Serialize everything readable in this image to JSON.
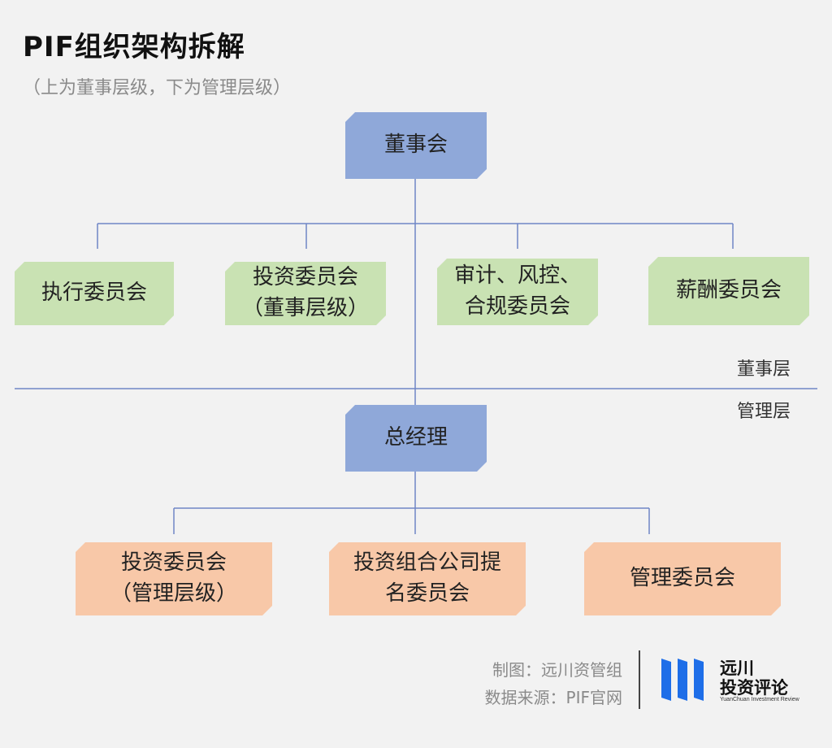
{
  "header": {
    "title": "PIF组织架构拆解",
    "subtitle": "（上为董事层级，下为管理层级）"
  },
  "board_layer": {
    "top": "董事会",
    "committees": [
      "执行委员会",
      "投资委员会\n（董事层级）",
      "审计、风控、\n合规委员会",
      "薪酬委员会"
    ],
    "label": "董事层"
  },
  "management_layer": {
    "label": "管理层",
    "top": "总经理",
    "committees": [
      "投资委员会\n（管理层级）",
      "投资组合公司提\n名委员会",
      "管理委员会"
    ]
  },
  "footer": {
    "credit_line1": "制图：远川资管组",
    "credit_line2": "数据来源：PIF官网",
    "logo_line1": "远川",
    "logo_line2": "投资评论",
    "logo_en": "YuanChuan Investment Review"
  },
  "colors": {
    "background": "#f2f2f2",
    "top_box": "#8fa8d9",
    "board_committee": "#c9e2b3",
    "management_committee": "#f8c8a8",
    "connector": "#6f86c6",
    "logo_blue": "#1e6ee8"
  }
}
